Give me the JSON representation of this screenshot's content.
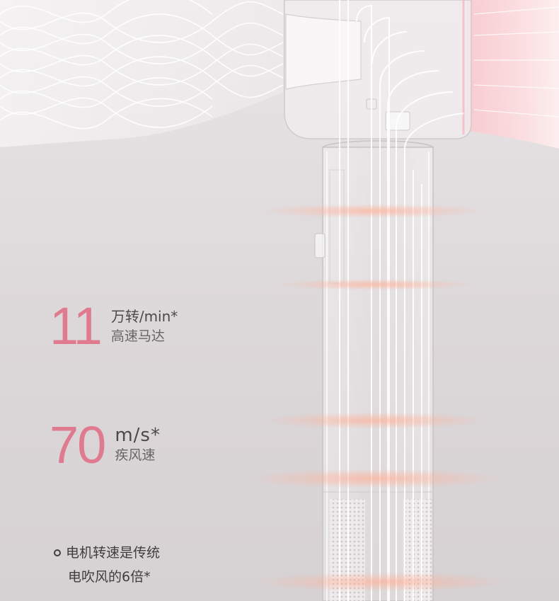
{
  "motor_stat": {
    "value": "11",
    "unit": "万转/min*",
    "label": "高速马达"
  },
  "wind_stat": {
    "value": "70",
    "unit": "m/s*",
    "label": "疾风速"
  },
  "footnote": {
    "line1": "电机转速是传统",
    "line2": "电吹风的6倍*"
  },
  "colors": {
    "accent": "#e07a8e",
    "glow": "#ff9a78",
    "text": "#4a4a4a",
    "background": "#e4dfe1"
  },
  "icons": {
    "bullet": "hollow-circle-icon"
  }
}
